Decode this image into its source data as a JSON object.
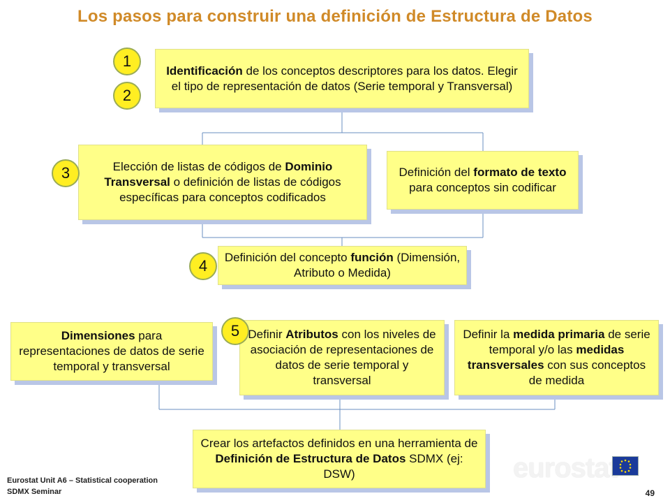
{
  "title": "Los pasos para construir una definición de Estructura de Datos",
  "steps": {
    "s1": {
      "badge": "1",
      "b1": "Identificación",
      "t1": " de los conceptos descriptores para los datos. Elegir el tipo de representación de datos (Serie temporal y Transversal)"
    },
    "s2": {
      "badge": "2"
    },
    "s3": {
      "badge": "3",
      "t1": "Elección de listas de códigos de ",
      "b1": "Dominio Transversal",
      "t2": " o definición de listas de códigos específicas para conceptos codificados"
    },
    "s3b": {
      "t1": "Definición del ",
      "b1": "formato de texto",
      "t2": " para conceptos sin codificar"
    },
    "s4": {
      "badge": "4",
      "t1": "Definición del concepto ",
      "b1": "función",
      "t2": " (Dimensión, Atributo o Medida)"
    },
    "s5a": {
      "b1": "Dimensiones",
      "t1": " para representaciones de datos de serie temporal y transversal"
    },
    "s5": {
      "badge": "5",
      "t1": "Definir ",
      "b1": "Atributos",
      "t2": " con los niveles de asociación de representaciones de datos de serie temporal y transversal"
    },
    "s5c": {
      "t1": "Definir la ",
      "b1": "medida primaria",
      "t2": " de serie temporal y/o las ",
      "b2": "medidas transversales",
      "t3": " con sus conceptos de medida"
    },
    "s6": {
      "t1": "Crear los artefactos definidos en una herramienta de ",
      "b1": "Definición de Estructura de Datos",
      "t2": " SDMX (ej: DSW)"
    }
  },
  "footer": {
    "line1": "Eurostat Unit A6 – Statistical cooperation",
    "line2": "SDMX Seminar",
    "page": "49",
    "logo": "eurostat"
  },
  "colors": {
    "box": "#ffff88",
    "shadow": "#b9c6e6",
    "badge": "#ffee22",
    "title": "#d08a28",
    "line": "#6a8fc0"
  }
}
